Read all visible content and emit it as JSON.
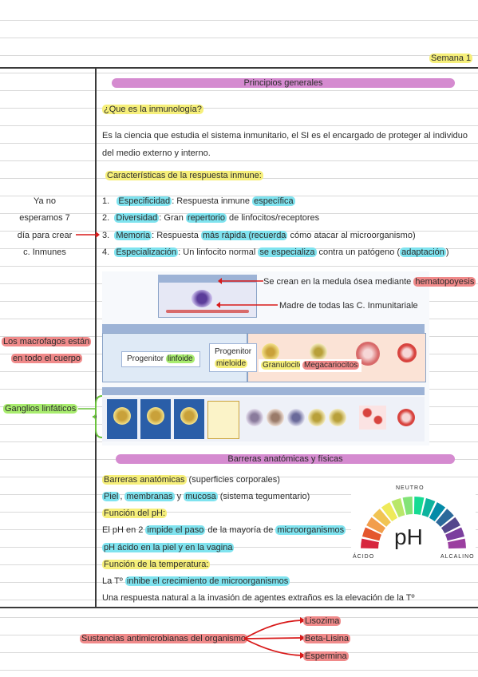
{
  "header": {
    "week": "Semana 1"
  },
  "sections": {
    "principios": "Principios generales",
    "barreras": "Barreras anatómicas y físicas"
  },
  "intro": {
    "question": "¿Que es la inmunología?",
    "line1": "Es la ciencia que estudia el sistema inmunitario, el SI es el encargado de proteger al individuo",
    "line2": "del medio externo y interno.",
    "caracteristicas": "Características de la respuesta inmune:"
  },
  "list": [
    {
      "num": "1.",
      "term": "Especificidad",
      "pre": ": Respuesta inmune ",
      "hl": "específica",
      "post": ""
    },
    {
      "num": "2.",
      "term": "Diversidad",
      "pre": ": Gran ",
      "hl": "repertorio",
      "post": " de linfocitos/receptores"
    },
    {
      "num": "3.",
      "term": "Memoria",
      "pre": ": Respuesta ",
      "hl": "más rápida (recuerda",
      "post": " cómo atacar al microorganismo)"
    },
    {
      "num": "4.",
      "term": "Especialización",
      "pre": ": Un linfocito normal ",
      "hl": "se especializa",
      "post": " contra un patógeno (",
      "hl2": "adaptación",
      "post2": ")"
    }
  ],
  "side_notes": {
    "note1": [
      "Ya no",
      "esperamos 7",
      "día para crear",
      "c. Inmunes"
    ],
    "macrofagos": [
      "Los macrofagos están",
      "en todo el cuerpo"
    ],
    "ganglios": "Ganglios linfáticos"
  },
  "diagram": {
    "note_medula_pre": "Se crean en la medula ósea mediante ",
    "note_medula_hl": "hematopoyesis",
    "note_madre": "Madre de todas las C. Inmunitariale",
    "progenitor_linfoide_pre": "Progenitor ",
    "progenitor_linfoide_hl": "linfoide",
    "progenitor_mieloide_1": "Progenitor",
    "progenitor_mieloide_2": "mieloide",
    "granulocitos": "Granulocitos",
    "megacariocitos": "Megacariocitos"
  },
  "barreras": {
    "b1_hl": "Barreras anatómicas",
    "b1_rest": " (superficies corporales)",
    "b2_a": "Piel",
    "b2_b": "membranas",
    "b2_c": "mucosa",
    "b2_rest": " (sistema tegumentario)",
    "ph_title": "Función del pH:",
    "ph_line1_pre": "El pH en 2 ",
    "ph_line1_hl": "impide el paso",
    "ph_line1_mid": " de la mayoría de ",
    "ph_line1_hl2": "microorganismos",
    "ph_line2": "pH ácido en la piel y en la vagina",
    "temp_title": "Función de la temperatura:",
    "temp_line1_pre": "La Tº ",
    "temp_line1_hl": "inhibe el crecimiento de microorganismos",
    "temp_line2": "Una respuesta natural a la invasión de agentes extraños es la elevación de la Tº"
  },
  "ph_gauge": {
    "neutro": "NEUTRO",
    "acido": "ÁCIDO",
    "alcalino": "ALCALINO",
    "ph": "pH"
  },
  "antimicrobianas": {
    "label": "Sustancias antimicrobianas del organismo",
    "items": [
      "Lisozima",
      "Beta-Lisina",
      "Espermina"
    ]
  }
}
